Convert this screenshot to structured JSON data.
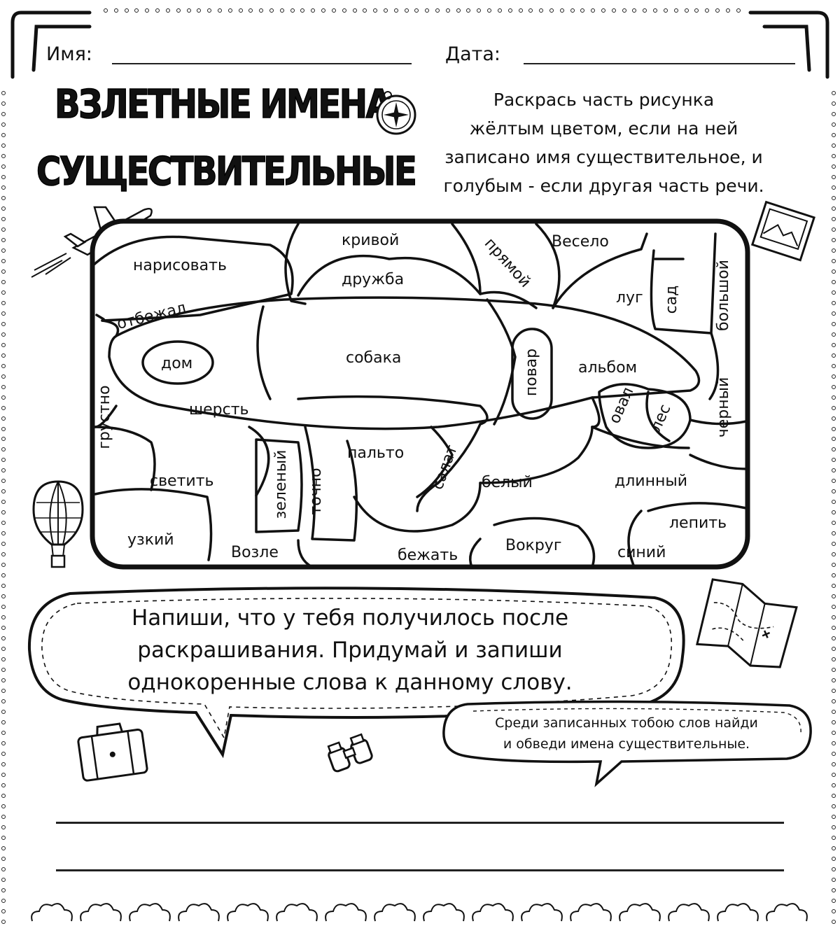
{
  "header": {
    "name_label": "Имя:",
    "date_label": "Дата:"
  },
  "title": {
    "line1": "ВЗЛЕТНЫЕ ИМЕНА",
    "line2": "СУЩЕСТВИТЕЛЬНЫЕ"
  },
  "instructions": {
    "line1": "Раскрась часть рисунка",
    "line2": "жёлтым цветом, если на ней",
    "line3": "записано имя существительное, и",
    "line4": "голубым - если другая часть речи."
  },
  "puzzle_words": [
    "нарисовать",
    "кривой",
    "дружба",
    "прямой",
    "Весело",
    "луг",
    "сад",
    "большой",
    "отбежал",
    "дом",
    "собака",
    "повар",
    "альбом",
    "грустно",
    "шерсть",
    "овал",
    "лес",
    "черный",
    "пальто",
    "салат",
    "зеленый",
    "точно",
    "светить",
    "белый",
    "длинный",
    "лепить",
    "узкий",
    "Возле",
    "бежать",
    "Вокруг",
    "синий"
  ],
  "task_bubble": {
    "line1": "Напиши, что у тебя получилось после",
    "line2": "раскрашивания. Придумай и запиши",
    "line3": "однокоренные слова к данному слову."
  },
  "small_bubble": {
    "line1": "Среди записанных тобою слов найди",
    "line2": "и обведи имена существительные."
  },
  "icons": [
    "compass-icon",
    "airplane-icon",
    "photo-icon",
    "hot-air-balloon-icon",
    "map-icon",
    "suitcase-icon",
    "binoculars-icon",
    "cloud-icon"
  ]
}
